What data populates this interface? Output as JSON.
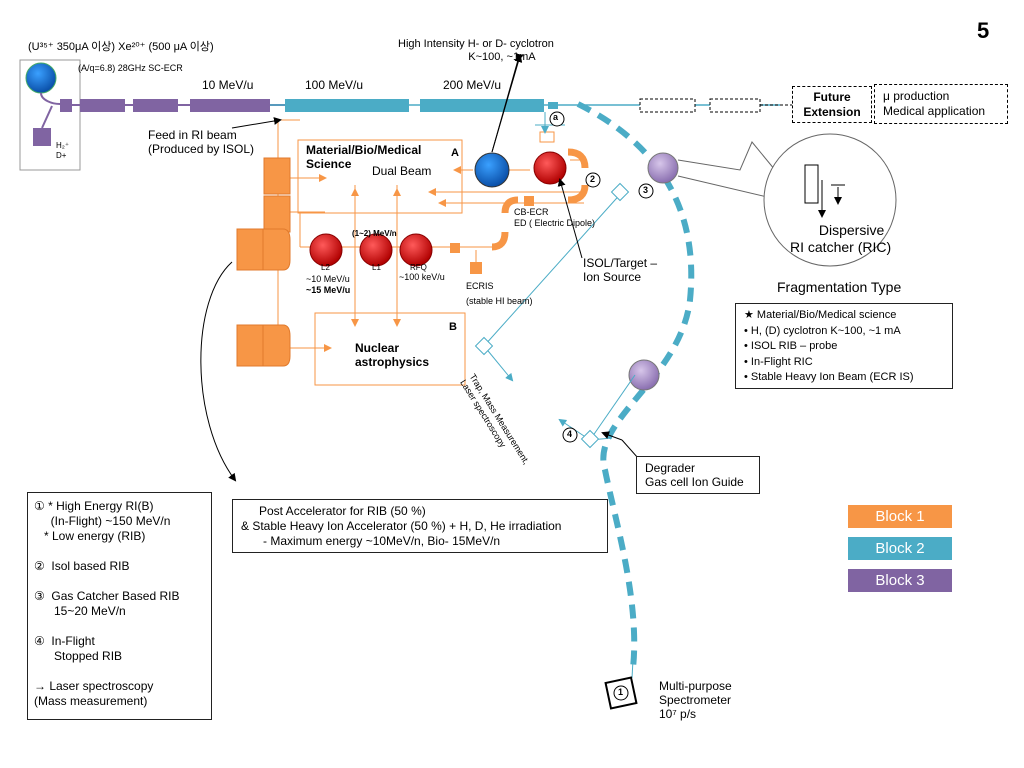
{
  "slide": {
    "number": "5"
  },
  "source": {
    "ion_line": "(U³⁵⁺ 350μA 이상)   Xe²⁰⁺ (500 μA 이상)",
    "ecr_line": "(A/q=6.8)  28GHz   SC-ECR",
    "h2_label": "H₂⁺",
    "d_label": "D+"
  },
  "energy_labels": {
    "e10": "10 MeV/u",
    "e100": "100 MeV/u",
    "e200": "200 MeV/u"
  },
  "cyclotron": {
    "line1": "High Intensity H- or D- cyclotron",
    "line2": "K~100, ~1mA"
  },
  "feed": {
    "line1": "Feed in RI beam",
    "line2": "(Produced by ISOL)"
  },
  "future": {
    "extension_line1": "Future",
    "extension_line2": "Extension",
    "app_line1": "μ production",
    "app_line2": "Medical application"
  },
  "areaA": {
    "title_line1": "Material/Bio/Medical",
    "title_line2": "Science",
    "letter": "A",
    "dual_beam": "Dual Beam"
  },
  "areaB": {
    "title_line1": "Nuclear",
    "title_line2": "astrophysics",
    "letter": "B"
  },
  "linac": {
    "energy_top": "(1~2) MeV/n",
    "l2": "L2",
    "l1": "L1",
    "rfq": "RFQ",
    "out1": "~10 MeV/u",
    "out2": "~15 MeV/u",
    "rfq_energy": "~100 keV/u"
  },
  "ecris": {
    "line1": "ECRIS",
    "line2": "(stable HI beam)"
  },
  "cbecr": {
    "line1": "CB-ECR",
    "line2": "ED ( Electric Dipole)"
  },
  "isol": {
    "line1": "ISOL/Target –",
    "line2": "Ion Source"
  },
  "markers": {
    "a": "a",
    "n1": "1",
    "n2": "2",
    "n3": "3",
    "n4": "4"
  },
  "ric": {
    "line1": "Dispersive",
    "line2": "RI catcher (RIC)"
  },
  "fragmentation": {
    "title": "Fragmentation Type",
    "items": [
      "★ Material/Bio/Medical science",
      "• H, (D) cyclotron K~100, ~1 mA",
      "• ISOL RIB – probe",
      "• In-Flight RIC",
      "• Stable Heavy Ion Beam (ECR IS)"
    ]
  },
  "trap": {
    "line1": "Trap, Mass Measurement,",
    "line2": "Laser spectroscopy"
  },
  "degrader": {
    "line1": "Degrader",
    "line2": "Gas cell Ion Guide"
  },
  "legend": {
    "lines": [
      "① * High Energy RI(B)",
      "     (In-Flight) ~150 MeV/n",
      "   * Low energy (RIB)",
      "",
      "②  Isol based RIB",
      "",
      "③  Gas Catcher Based RIB",
      "      15~20 MeV/n",
      "",
      "④  In-Flight",
      "      Stopped RIB",
      "",
      "→ Laser spectroscopy",
      "(Mass measurement)"
    ]
  },
  "post": {
    "line1": "Post Accelerator for RIB (50 %)",
    "line2": "& Stable Heavy Ion Accelerator (50 %) + H, D, He irradiation",
    "line3": "- Maximum energy ~10MeV/n, Bio- 15MeV/n"
  },
  "spectrometer": {
    "line1": "Multi-purpose",
    "line2": "Spectrometer",
    "line3": "10⁷ p/s"
  },
  "blocks": [
    {
      "label": "Block 1",
      "color": "#f79646"
    },
    {
      "label": "Block 2",
      "color": "#4bacc6"
    },
    {
      "label": "Block 3",
      "color": "#8064a2"
    }
  ]
}
